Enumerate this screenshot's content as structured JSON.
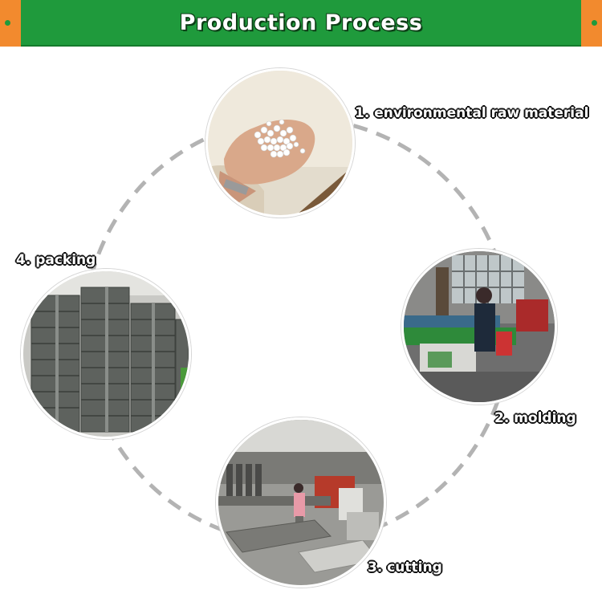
{
  "header": {
    "title": "Production Process"
  },
  "steps": [
    {
      "label": "1. environmental raw material",
      "icon": "raw-material-photo"
    },
    {
      "label": "2. molding",
      "icon": "molding-photo"
    },
    {
      "label": "3. cutting",
      "icon": "cutting-photo"
    },
    {
      "label": "4. packing",
      "icon": "packing-photo"
    }
  ],
  "colors": {
    "banner_green": "#1f9a3c",
    "banner_orange": "#f28a2e",
    "dash_gray": "#b3b3b3"
  }
}
